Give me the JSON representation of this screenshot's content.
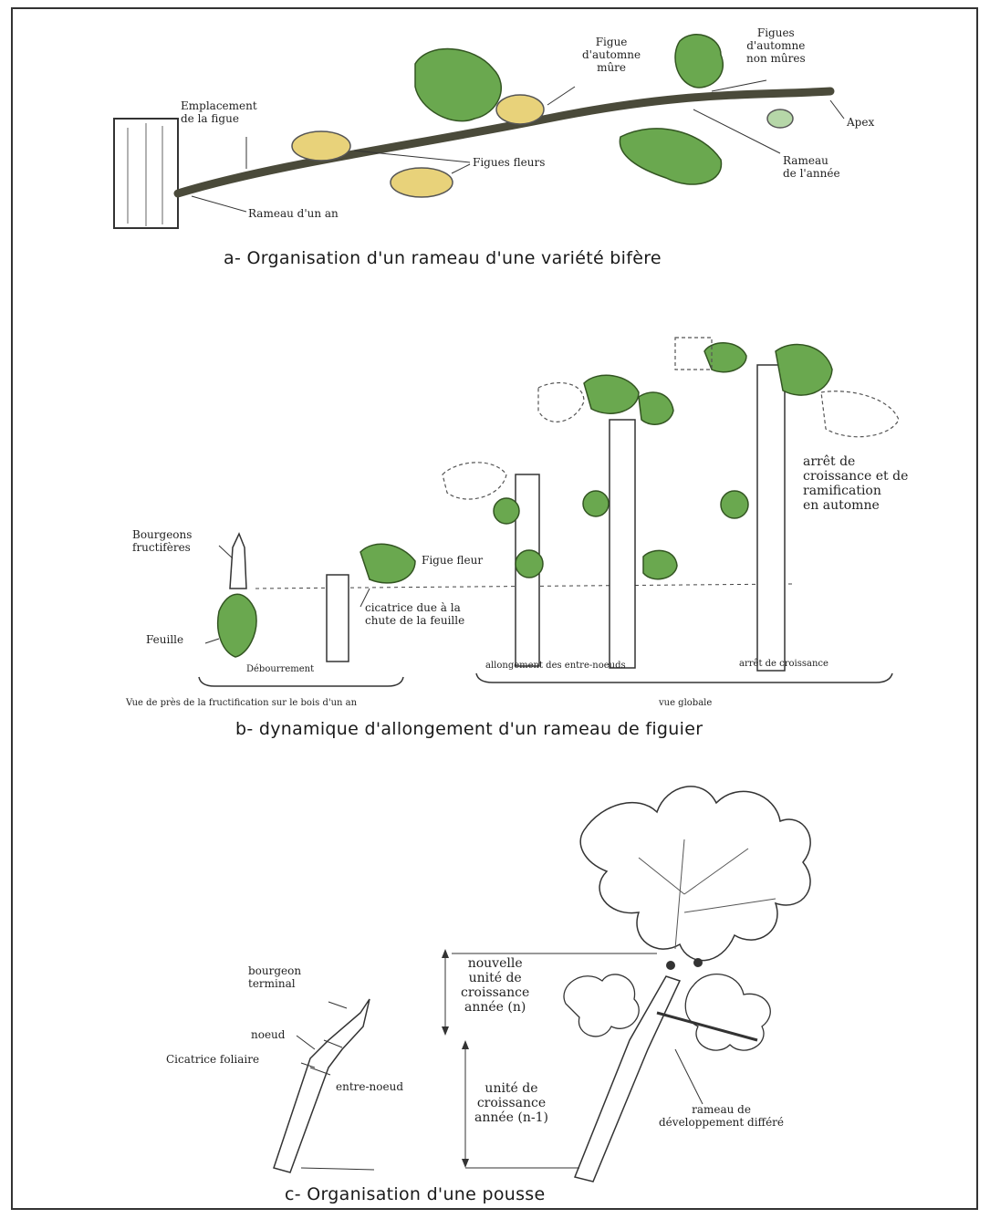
{
  "colors": {
    "leaf_fill": "#6aa84f",
    "leaf_light": "#b6d7a8",
    "fig_fill": "#e8d27a",
    "stem": "#4a4a3a",
    "ink": "#333333"
  },
  "panel_a": {
    "caption": "a- Organisation d'un rameau d'une variété bifère",
    "labels": {
      "emplacement": "Emplacement\nde la figue",
      "figue_automne_mure": "Figue\nd'automne\nmûre",
      "figues_automne_non_mures": "Figues\nd'automne\nnon mûres",
      "apex": "Apex",
      "figues_fleurs": "Figues fleurs",
      "rameau_annee": "Rameau\nde l'année",
      "rameau_un_an": "Rameau d'un an"
    }
  },
  "panel_b": {
    "caption": "b- dynamique d'allongement d'un rameau de figuier",
    "labels": {
      "bourgeons": "Bourgeons\nfructifères",
      "feuille": "Feuille",
      "figue_fleur": "Figue fleur",
      "cicatrice": "cicatrice due à la\nchute de la feuille",
      "arret_croissance_long": "arrêt de\ncroissance et de\nramification\nen automne",
      "debourrement": "Débourrement",
      "allongement": "allongement des entre-noeuds",
      "arret_croissance": "arrêt de croissance",
      "vue_pres": "Vue de près de la fructification sur le bois d'un an",
      "vue_globale": "vue globale"
    }
  },
  "panel_c": {
    "caption": "c- Organisation d'une pousse",
    "labels": {
      "bourgeon_terminal": "bourgeon\nterminal",
      "noeud": "noeud",
      "cicatrice_foliaire": "Cicatrice foliaire",
      "entre_noeud": "entre-noeud",
      "nouvelle_unite": "nouvelle\nunité de\ncroissance\nannée (n)",
      "unite_n1": "unité de\ncroissance\nannée (n-1)",
      "rameau_differe": "rameau de\ndéveloppement différé"
    }
  }
}
